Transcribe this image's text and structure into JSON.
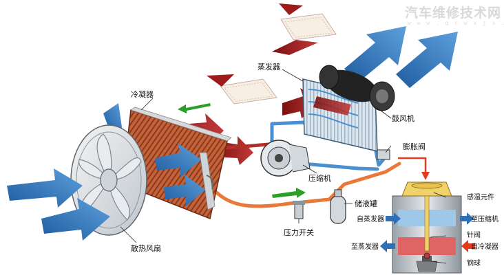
{
  "watermark": {
    "title": "汽车维修技术网",
    "url": "w w w . q c w x j s . c o m"
  },
  "labels": {
    "condenser": "冷凝器",
    "evaporator": "蒸发器",
    "blower": "鼓风机",
    "compressor": "压缩机",
    "expansion_valve": "膨胀阀",
    "receiver_drier": "储液罐",
    "pressure_switch": "压力开关",
    "cooling_fan": "散热风扇"
  },
  "valve_detail": {
    "sensing_element": "感温元件",
    "from_evaporator": "自蒸发器",
    "to_compressor": "至压缩机",
    "needle_valve": "针阀",
    "to_evaporator": "至蒸发器",
    "from_condenser": "自冷凝器",
    "steel_ball": "钢球"
  },
  "colors": {
    "cold_air": "#2f6fb5",
    "hot_air": "#9e1b1b",
    "high_pressure_line": "#e8793a",
    "low_pressure_line": "#4a8fd0",
    "flow_arrow": "#2aa02a",
    "pointer_arrow": "#e23b1e"
  }
}
